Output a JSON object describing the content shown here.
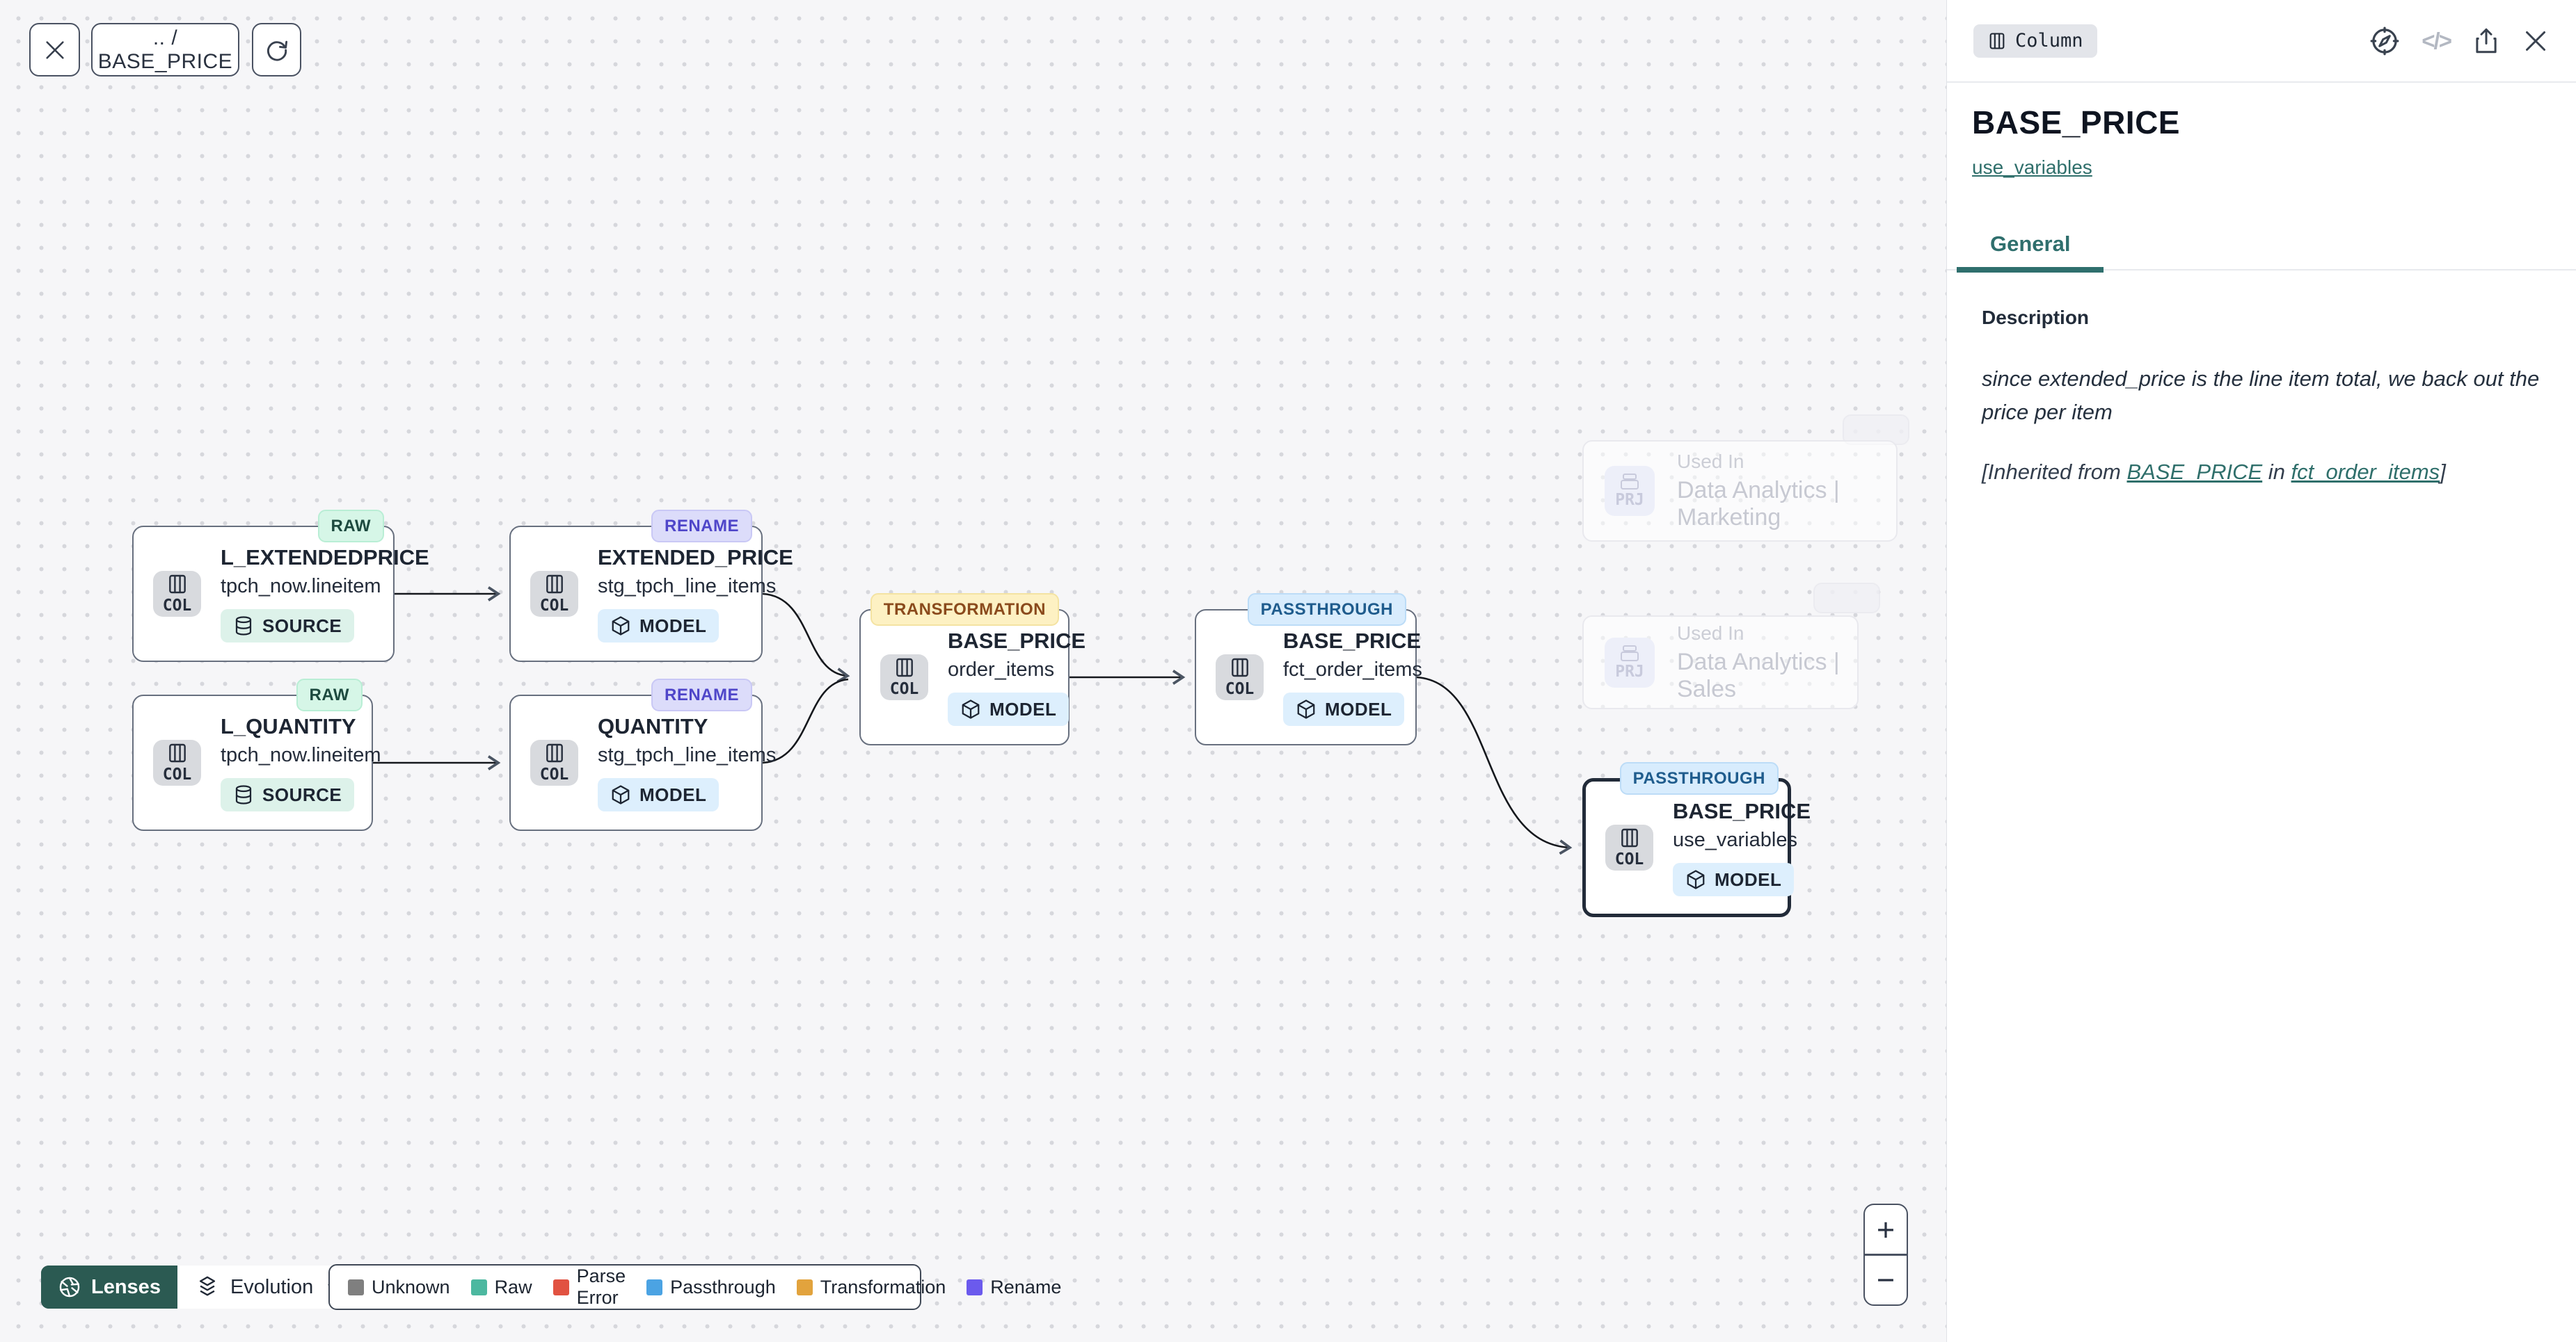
{
  "theme": {
    "accent_teal": "#2f6f6d",
    "lenses_button_bg": "#2b5a52",
    "canvas_bg": "#f6f6f8",
    "selected_node_border": "#222b39"
  },
  "toolbar": {
    "breadcrumb": ".. / BASE_PRICE"
  },
  "nodes": [
    {
      "title": "L_EXTENDEDPRICE",
      "subtitle": "tpch_now.lineitem",
      "badge": "SOURCE",
      "tag": "RAW",
      "chip": "COL"
    },
    {
      "title": "EXTENDED_PRICE",
      "subtitle": "stg_tpch_line_items",
      "badge": "MODEL",
      "tag": "RENAME",
      "chip": "COL"
    },
    {
      "title": "L_QUANTITY",
      "subtitle": "tpch_now.lineitem",
      "badge": "SOURCE",
      "tag": "RAW",
      "chip": "COL"
    },
    {
      "title": "QUANTITY",
      "subtitle": "stg_tpch_line_items",
      "badge": "MODEL",
      "tag": "RENAME",
      "chip": "COL"
    },
    {
      "title": "BASE_PRICE",
      "subtitle": "order_items",
      "badge": "MODEL",
      "tag": "TRANSFORMATION",
      "chip": "COL"
    },
    {
      "title": "BASE_PRICE",
      "subtitle": "fct_order_items",
      "badge": "MODEL",
      "tag": "PASSTHROUGH",
      "chip": "COL"
    },
    {
      "title": "BASE_PRICE",
      "subtitle": "use_variables",
      "badge": "MODEL",
      "tag": "PASSTHROUGH",
      "chip": "COL"
    }
  ],
  "used_in": [
    {
      "label": "Used In",
      "name": "Data Analytics | Marketing",
      "chip": "PRJ"
    },
    {
      "label": "Used In",
      "name": "Data Analytics | Sales",
      "chip": "PRJ"
    }
  ],
  "footer": {
    "lenses_label": "Lenses",
    "lens_selected": "Evolution",
    "legend": [
      {
        "label": "Unknown",
        "color": "#7f7f7f"
      },
      {
        "label": "Raw",
        "color": "#4cb8a0"
      },
      {
        "label": "Parse Error",
        "color": "#e15241"
      },
      {
        "label": "Passthrough",
        "color": "#4ba3e3"
      },
      {
        "label": "Transformation",
        "color": "#e2a33d"
      },
      {
        "label": "Rename",
        "color": "#6b5aed"
      }
    ]
  },
  "zoom_controls": {
    "zoom_in": "+",
    "zoom_out": "−"
  },
  "panel": {
    "type_badge": "Column",
    "code_icon_text": "</>",
    "title": "BASE_PRICE",
    "model_link": "use_variables",
    "tabs": [
      {
        "label": "General"
      }
    ],
    "description": {
      "heading": "Description",
      "body": "since extended_price is the line item total, we back out the price per item",
      "inherited_prefix": "[Inherited from ",
      "inherited_link1": "BASE_PRICE",
      "inherited_middle": " in ",
      "inherited_link2": "fct_order_items",
      "inherited_suffix": "]"
    }
  }
}
